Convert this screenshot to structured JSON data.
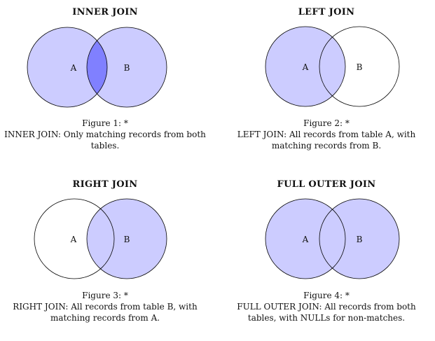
{
  "colors": {
    "fill_light": "#ccccff",
    "fill_dark": "#8080ff",
    "stroke": "#000000",
    "background": "#ffffff"
  },
  "panels": [
    {
      "title": "INNER JOIN",
      "figure": "Figure 1: *",
      "description": "INNER JOIN: Only matching records from both tables.",
      "label_a": "A",
      "label_b": "B"
    },
    {
      "title": "LEFT JOIN",
      "figure": "Figure 2: *",
      "description": "LEFT JOIN: All records from table A, with matching records from B.",
      "label_a": "A",
      "label_b": "B"
    },
    {
      "title": "RIGHT JOIN",
      "figure": "Figure 3: *",
      "description": "RIGHT JOIN: All records from table B, with matching records from A.",
      "label_a": "A",
      "label_b": "B"
    },
    {
      "title": "FULL OUTER JOIN",
      "figure": "Figure 4: *",
      "description": "FULL OUTER JOIN: All records from both tables, with NULLs for non-matches.",
      "label_a": "A",
      "label_b": "B"
    }
  ]
}
